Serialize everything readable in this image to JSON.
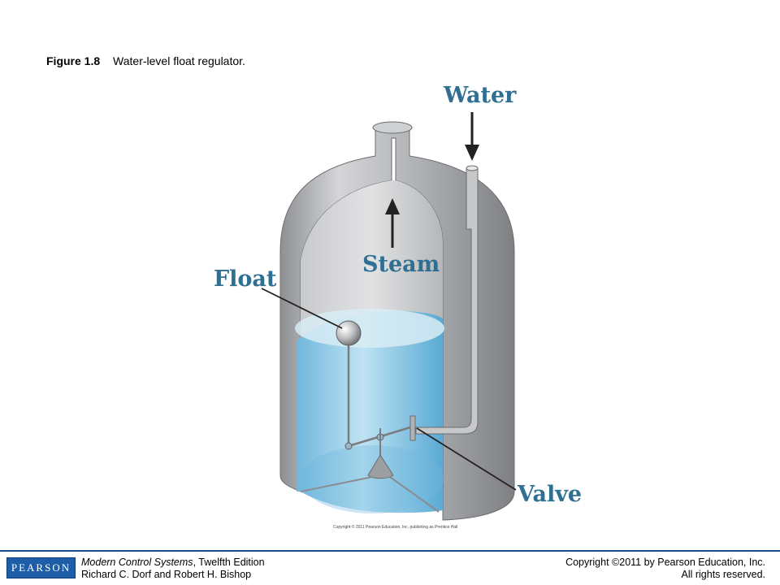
{
  "caption": {
    "figure_number": "Figure 1.8",
    "title": "Water-level float regulator."
  },
  "diagram": {
    "labels": {
      "water": "Water",
      "steam": "Steam",
      "float": "Float",
      "valve": "Valve"
    },
    "image_copyright": "Copyright © 2011 Pearson Education, Inc. publishing as Prentice Hall",
    "colors": {
      "label": "#2f6f92",
      "vessel_gray": "#a9abae",
      "water_blue": "#8ec9e6"
    }
  },
  "footer": {
    "logo_text": "PEARSON",
    "book_title": "Modern Control Systems",
    "book_edition": ", Twelfth Edition",
    "authors": "Richard C. Dorf and Robert H. Bishop",
    "copyright": "Copyright ©2011 by Pearson Education, Inc.",
    "rights": "All rights reserved."
  }
}
